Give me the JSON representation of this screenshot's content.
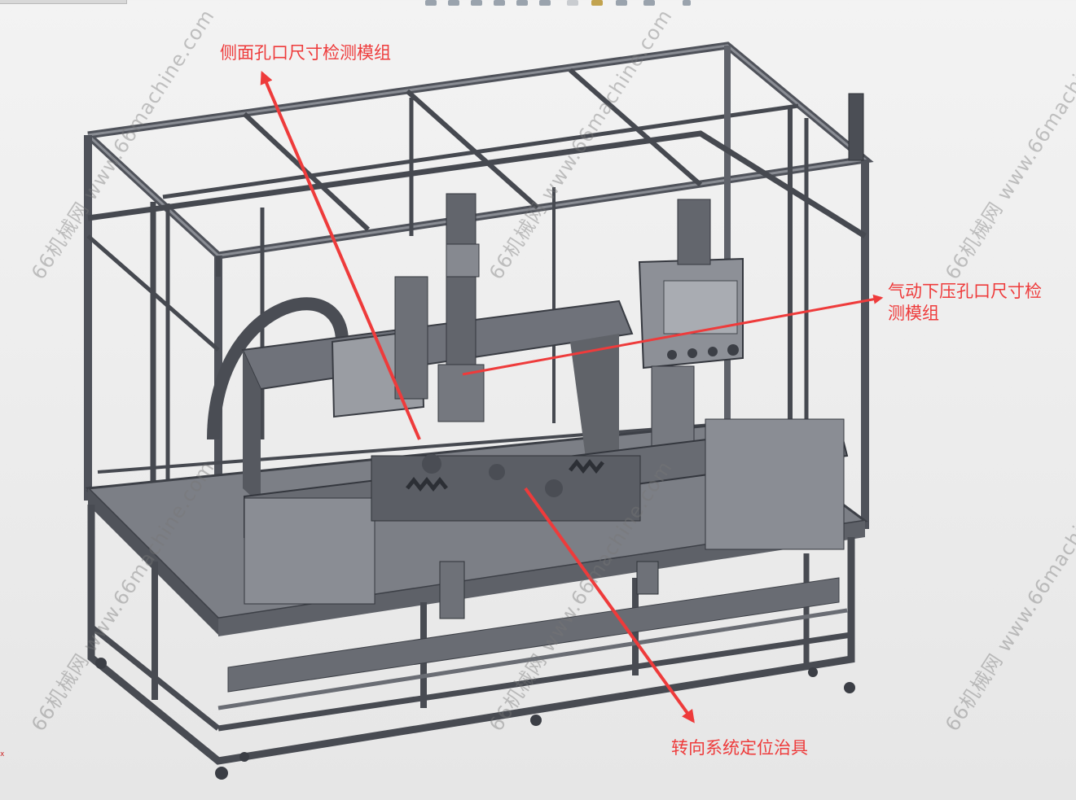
{
  "callouts": {
    "side_hole": "侧面孔口尺寸检测模组",
    "pneumatic_press": "气动下压孔口尺寸检\n测模组",
    "steering_fixture": "转向系统定位治具"
  },
  "watermark": {
    "text": "66机械网 www.66machine.com"
  },
  "triad_label": "x",
  "colors": {
    "annotation": "#ee3b3b",
    "frame": "#5b5e66",
    "frame_dark": "#3d4047",
    "background": "#efefef",
    "watermark": "#7a7a7a"
  },
  "icons": [
    "toolbar-view-icons"
  ]
}
